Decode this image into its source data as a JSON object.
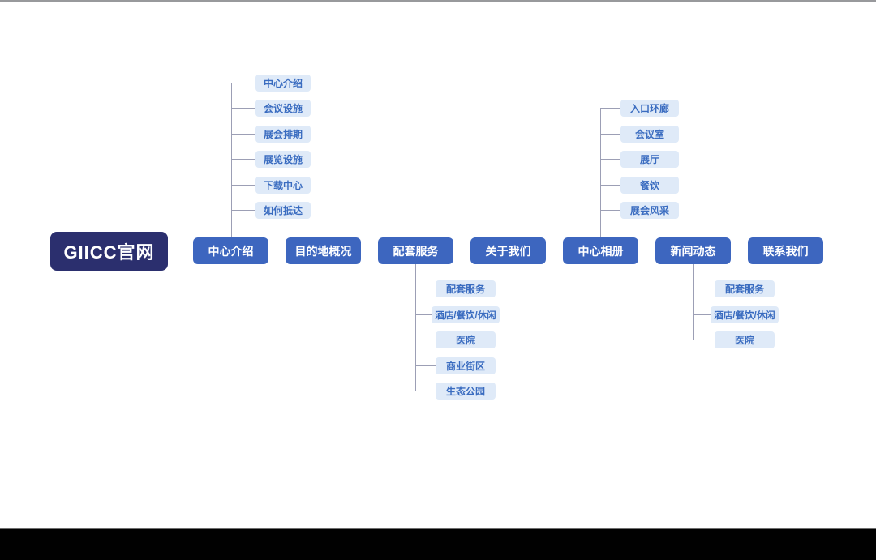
{
  "sitemap": {
    "root_label": "GIICC官网",
    "main": [
      {
        "label": "中心介绍",
        "children_position": "above",
        "children": [
          "中心介绍",
          "会议设施",
          "展会排期",
          "展览设施",
          "下载中心",
          "如何抵达"
        ]
      },
      {
        "label": "目的地概况",
        "children_position": "none",
        "children": []
      },
      {
        "label": "配套服务",
        "children_position": "below",
        "children": [
          "配套服务",
          "酒店/餐饮/休闲",
          "医院",
          "商业街区",
          "生态公园"
        ]
      },
      {
        "label": "关于我们",
        "children_position": "none",
        "children": []
      },
      {
        "label": "中心相册",
        "children_position": "above",
        "children": [
          "入口环廊",
          "会议室",
          "展厅",
          "餐饮",
          "展会风采"
        ]
      },
      {
        "label": "新闻动态",
        "children_position": "below",
        "children": [
          "配套服务",
          "酒店/餐饮/休闲",
          "医院"
        ]
      },
      {
        "label": "联系我们",
        "children_position": "none",
        "children": []
      }
    ],
    "colors": {
      "root_bg": "#2b2f6e",
      "main_bg": "#3d66bf",
      "sub_bg": "#dfeaf8",
      "sub_text": "#3a6cc0",
      "line": "#9c9fb5",
      "bottom_bar": "#010101"
    }
  }
}
